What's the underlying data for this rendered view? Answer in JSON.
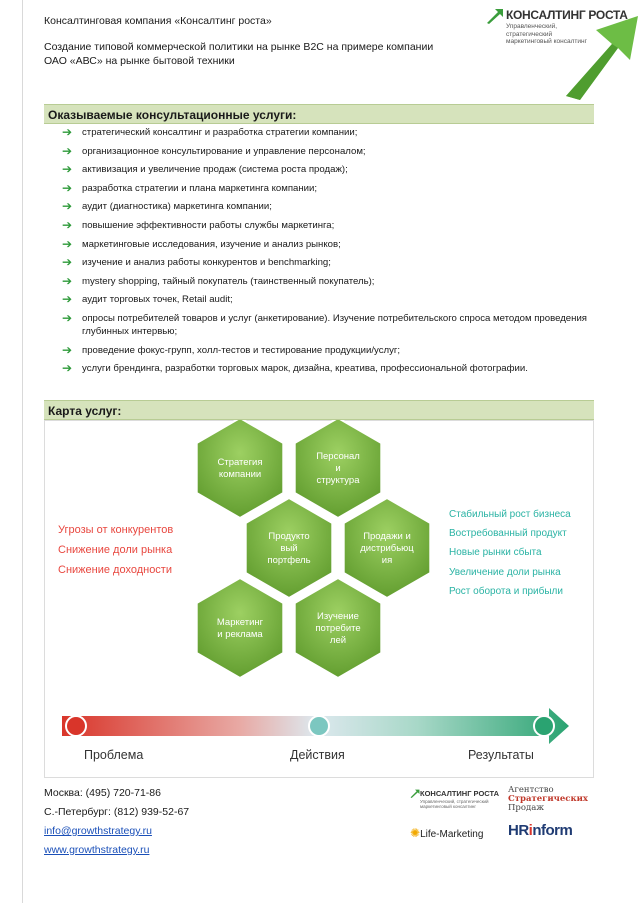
{
  "header": {
    "company": "Консалтинговая компания «Консалтинг роста»",
    "title_line1": "Создание типовой коммерческой политики на рынке B2C на примере компании",
    "title_line2": "ОАО «АВС» на рынке бытовой техники"
  },
  "logo": {
    "name": "КОНСАЛТИНГ РОСТА",
    "tagline": "Управленческий, стратегический маркетинговый консалтинг"
  },
  "services": {
    "heading": "Оказываемые консультационные услуги:",
    "items": [
      "стратегический консалтинг и разработка стратегии компании;",
      "организационное консультирование и управление персоналом;",
      "активизация и увеличение продаж (система роста продаж);",
      "разработка стратегии и плана маркетинга компании;",
      "аудит (диагностика) маркетинга компании;",
      "повышение эффективности работы службы маркетинга;",
      "маркетинговые исследования, изучение и анализ рынков;",
      "изучение и анализ работы конкурентов и benchmarking;",
      "mystery shopping, тайный покупатель (таинственный покупатель);",
      "аудит торговых точек, Retail audit;",
      "опросы потребителей товаров и услуг (анкетирование). Изучение потребительского спроса методом проведения глубинных интервью;",
      "проведение фокус-групп, холл-тестов и тестирование продукции/услуг;",
      "услуги брендинга, разработки торговых марок, дизайна, креатива, профессиональной фотографии."
    ]
  },
  "map": {
    "heading": "Карта услуг:",
    "hexes": [
      {
        "lines": [
          "Стратегия",
          "компании"
        ]
      },
      {
        "lines": [
          "Персонал",
          "и",
          "структура"
        ]
      },
      {
        "lines": [
          "Продукто",
          "вый",
          "портфель"
        ]
      },
      {
        "lines": [
          "Продажи и",
          "дистрибьюц",
          "ия"
        ]
      },
      {
        "lines": [
          "Маркетинг",
          "и реклама"
        ]
      },
      {
        "lines": [
          "Изучение",
          "потребите",
          "лей"
        ]
      }
    ],
    "threats": [
      "Угрозы от конкурентов",
      "Снижение доли рынка",
      "Снижение доходности"
    ],
    "results": [
      "Стабильный рост бизнеса",
      "Востребованный продукт",
      "Новые рынки сбыта",
      "Увеличение доли рынка",
      "Рост оборота и прибыли"
    ],
    "stages": [
      "Проблема",
      "Действия",
      "Результаты"
    ],
    "colors": {
      "hex": "#7cb342",
      "threat": "#e8473f",
      "result": "#2ab3a4"
    }
  },
  "contacts": {
    "moscow": "Москва: (495) 720-71-86",
    "spb": "С.-Петербург: (812) 939-52-67",
    "email": "info@growthstrategy.ru",
    "site": "www.growthstrategy.ru"
  },
  "partners": {
    "kr_name": "КОНСАЛТИНГ РОСТА",
    "kr_tagline": "Управленческий, стратегический маркетинговый консалтинг",
    "agency_line1": "Агентство",
    "agency_line2": "Стратегических",
    "agency_line3": "Продаж",
    "life_marketing": "Life-Marketing",
    "hr_left": "HR",
    "hr_mid": "i",
    "hr_right": "nform"
  }
}
